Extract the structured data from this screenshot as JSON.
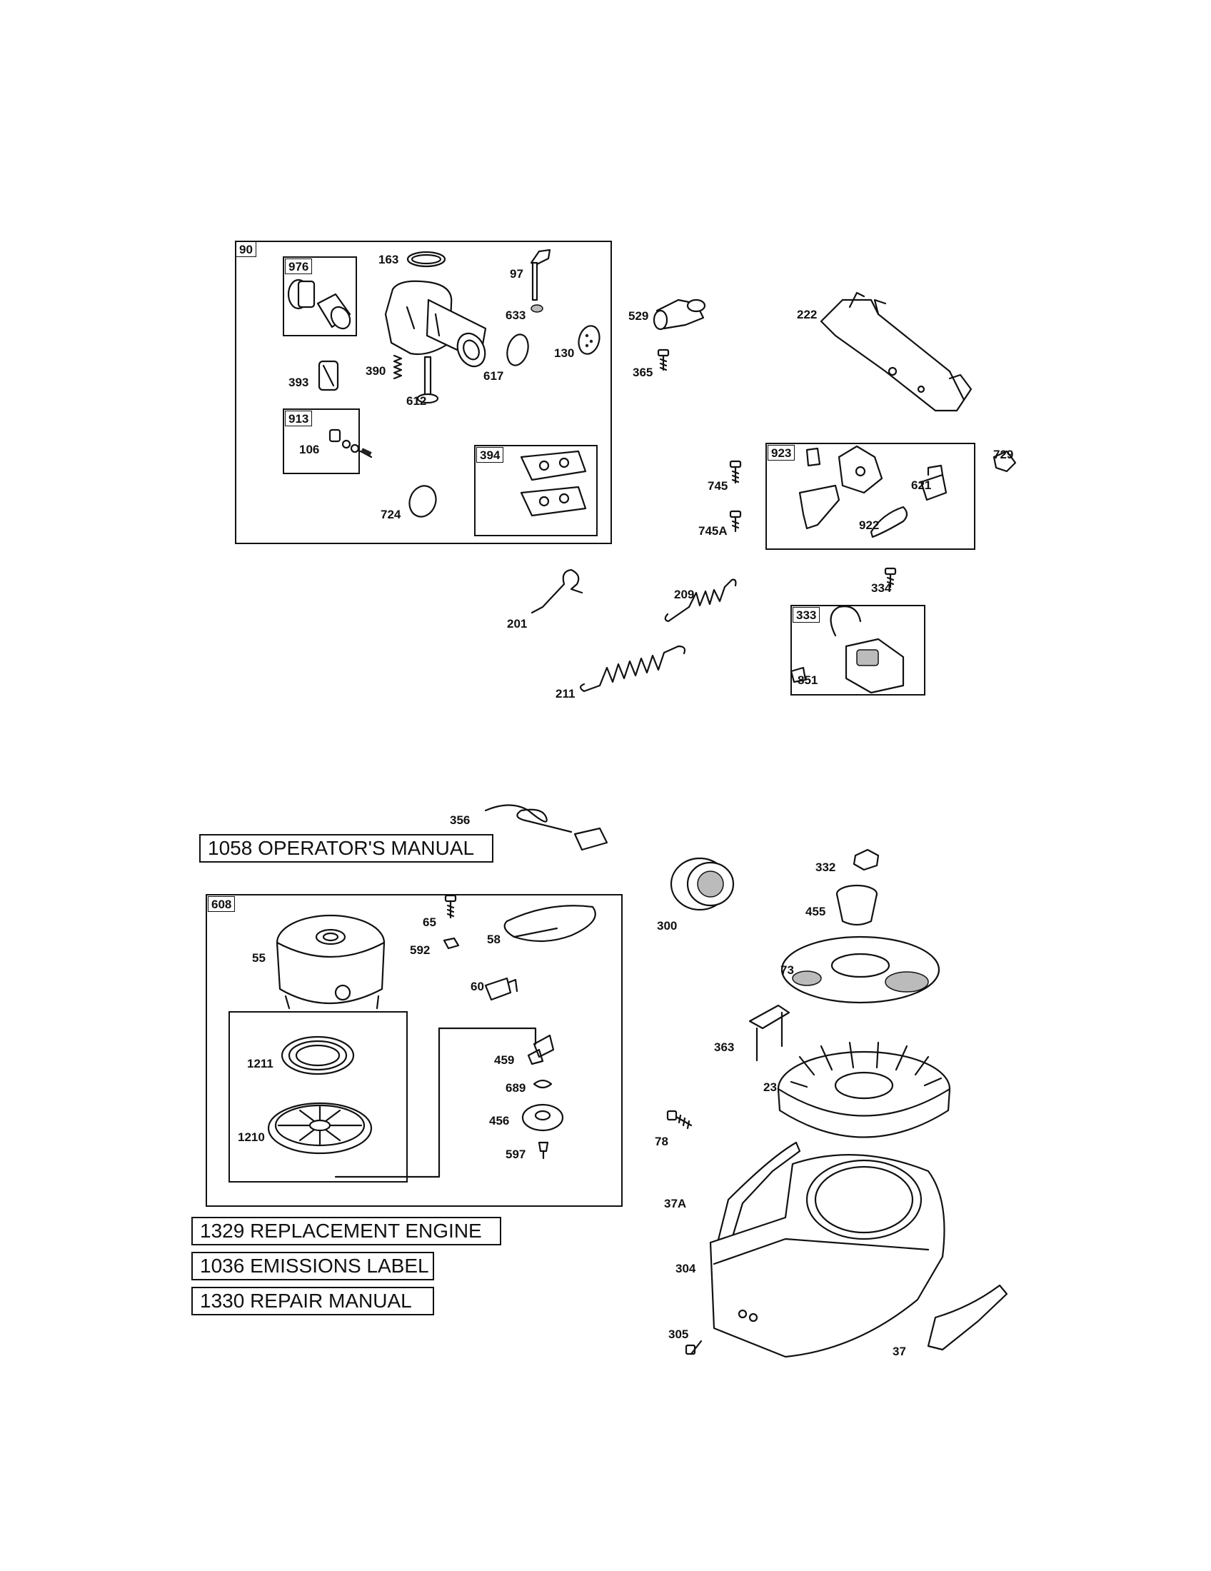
{
  "page": {
    "background": "#ffffff",
    "ink": "#111111"
  },
  "groups": {
    "carb_kit": "90",
    "air_cleaner_adapter": "976",
    "jet_kit": "913",
    "gasket_set": "394",
    "governor_control": "923",
    "ignition_armature": "333",
    "rewind_starter": "608"
  },
  "parts": {
    "p163": "163",
    "p97": "97",
    "p633": "633",
    "p130": "130",
    "p617": "617",
    "p390": "390",
    "p393": "393",
    "p612": "612",
    "p106": "106",
    "p724": "724",
    "p529": "529",
    "p365": "365",
    "p222": "222",
    "p745": "745",
    "p745A": "745A",
    "p621": "621",
    "p922": "922",
    "p729": "729",
    "p201": "201",
    "p209": "209",
    "p211": "211",
    "p334": "334",
    "p851": "851",
    "p356": "356",
    "p65": "65",
    "p55": "55",
    "p592": "592",
    "p58": "58",
    "p60": "60",
    "p1211": "1211",
    "p1210": "1210",
    "p459": "459",
    "p689": "689",
    "p456": "456",
    "p597": "597",
    "p300": "300",
    "p332": "332",
    "p455": "455",
    "p73": "73",
    "p363": "363",
    "p23": "23",
    "p78": "78",
    "p37A": "37A",
    "p304": "304",
    "p305": "305",
    "p37": "37"
  },
  "documents": {
    "operators_manual": "1058 OPERATOR'S MANUAL",
    "replacement_engine": "1329 REPLACEMENT ENGINE",
    "emissions_label": "1036 EMISSIONS LABEL",
    "repair_manual": "1330 REPAIR MANUAL"
  }
}
